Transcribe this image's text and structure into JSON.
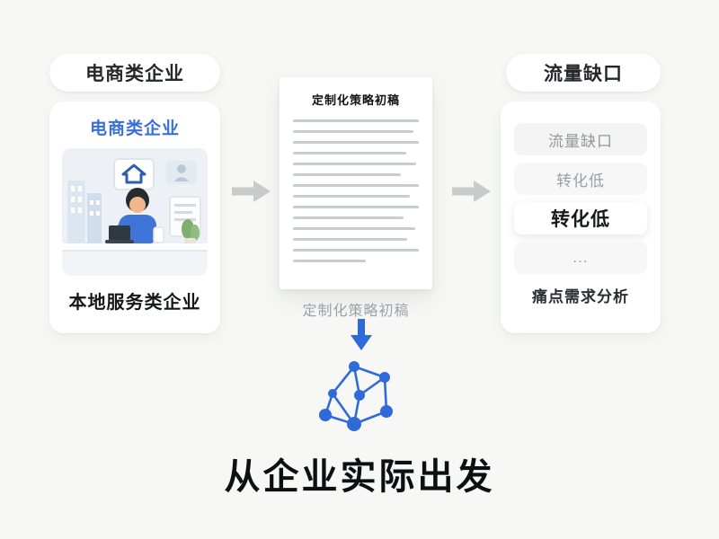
{
  "colors": {
    "background": "#f7f8f6",
    "accent_blue": "#2f6bd8",
    "title_blue": "#3a6fd6",
    "muted_gray": "#9aa3a7",
    "arrow_gray": "#c7cbca",
    "dark_text": "#15181b"
  },
  "left": {
    "pill_label": "电商类企业",
    "card_title": "电商类企业",
    "card_footer": "本地服务类企业",
    "illustration_name": "person-working-at-desk"
  },
  "middle": {
    "doc_title": "定制化策略初稿",
    "doc_caption": "定制化策略初稿",
    "headline": "从企业实际出发"
  },
  "right": {
    "pill_label": "流量缺口",
    "items": [
      {
        "label": "流量缺口",
        "style": "muted"
      },
      {
        "label": "转化低",
        "style": "muted"
      },
      {
        "label": "转化低",
        "style": "bold"
      },
      {
        "label": "...",
        "style": "muted"
      }
    ],
    "footer": "痛点需求分析"
  },
  "icons": {
    "arrow_right": "right-arrow",
    "arrow_down": "down-arrow",
    "network": "network-graph"
  }
}
